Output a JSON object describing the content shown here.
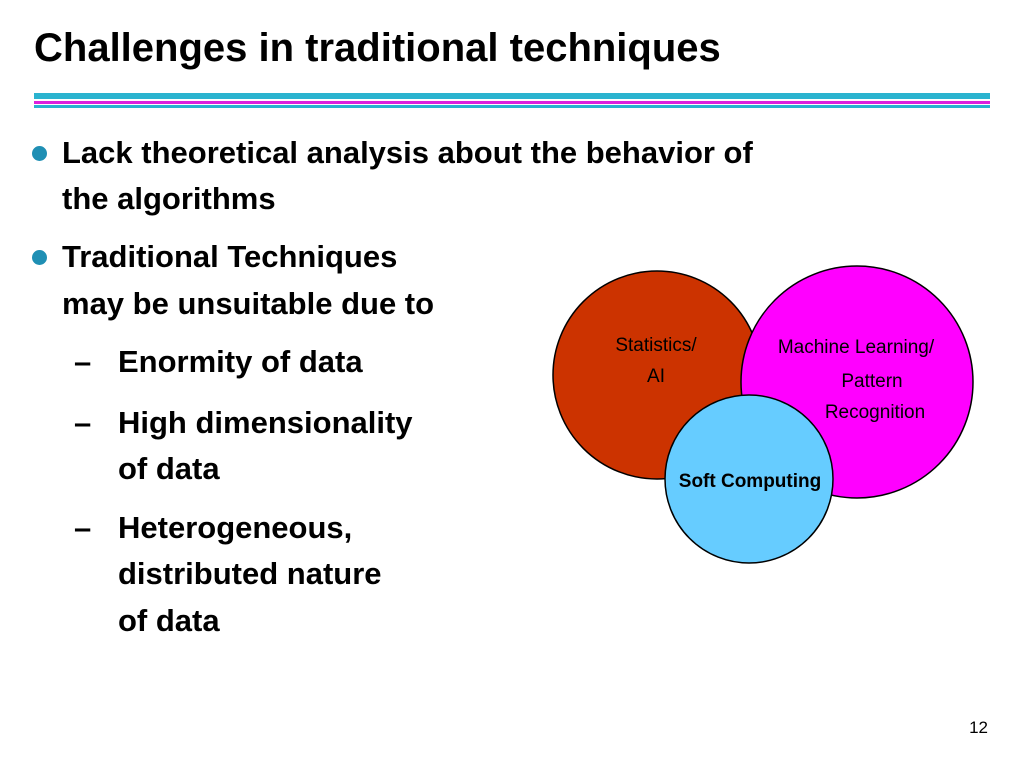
{
  "slide": {
    "title": "Challenges in traditional techniques",
    "page_number": "12"
  },
  "bullets": [
    {
      "lines": [
        "Lack theoretical analysis about the behavior of",
        "the algorithms"
      ]
    },
    {
      "lines": [
        "Traditional Techniques",
        "may be unsuitable due to"
      ]
    }
  ],
  "sub_bullets": [
    {
      "lines": [
        "Enormity of data"
      ]
    },
    {
      "lines": [
        "High dimensionality",
        "of data"
      ]
    },
    {
      "lines": [
        "Heterogeneous,",
        "distributed nature",
        "of data"
      ]
    }
  ],
  "dash_glyph": "–",
  "diagram": {
    "circles": [
      {
        "id": "statistics",
        "lines": [
          "Statistics/",
          "AI"
        ],
        "color": "#cc3300"
      },
      {
        "id": "ml",
        "lines": [
          "Machine Learning/",
          "Pattern",
          "Recognition"
        ],
        "color": "#ff00ff"
      },
      {
        "id": "soft",
        "lines": [
          "Soft Computing"
        ],
        "color": "#66ccff"
      }
    ]
  },
  "colors": {
    "bullet": "#1f8fb4",
    "rule_cyan": "#2ab3cf",
    "rule_magenta": "#dd22dd"
  }
}
